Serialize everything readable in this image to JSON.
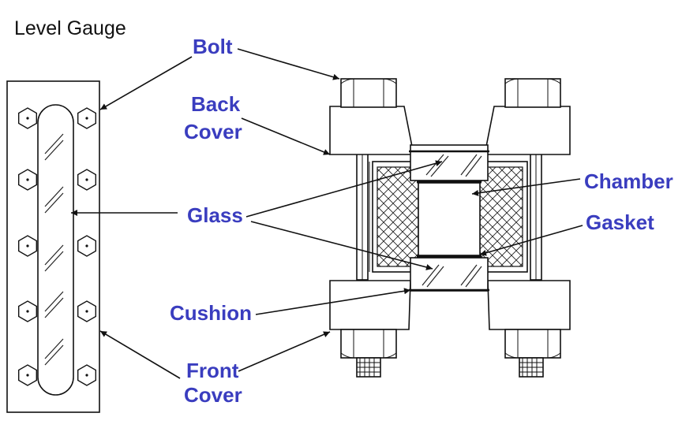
{
  "title": "Level Gauge",
  "colors": {
    "label": "#3a3dbf",
    "line": "#111111",
    "background": "#ffffff"
  },
  "labels": {
    "bolt": "Bolt",
    "back_cover_1": "Back",
    "back_cover_2": "Cover",
    "glass": "Glass",
    "cushion": "Cushion",
    "front_cover_1": "Front",
    "front_cover_2": "Cover",
    "chamber": "Chamber",
    "gasket": "Gasket"
  }
}
